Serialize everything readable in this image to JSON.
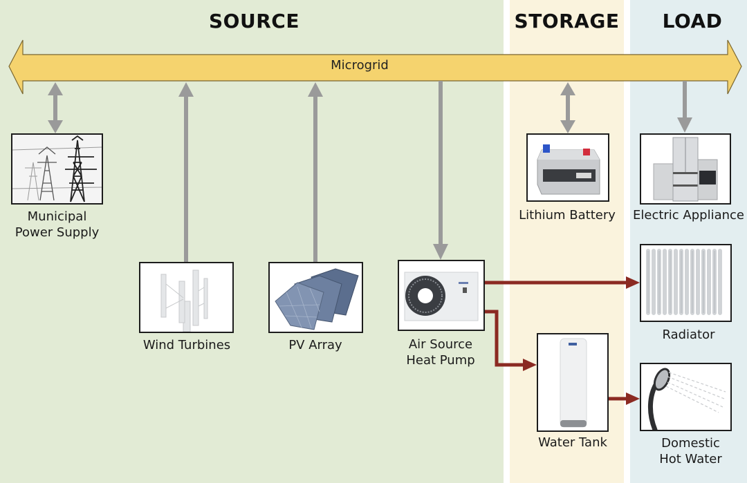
{
  "zones": {
    "source": {
      "title": "SOURCE",
      "color": "#e2ebd5"
    },
    "storage": {
      "title": "STORAGE",
      "color": "#faf3dd"
    },
    "load": {
      "title": "LOAD",
      "color": "#e3eef0"
    }
  },
  "bus": {
    "label": "Microgrid",
    "color": "#f5d36e",
    "direction": "bidirectional"
  },
  "nodes": {
    "municipal": {
      "label_line1": "Municipal",
      "label_line2": "Power Supply",
      "zone": "source",
      "icon": "power-tower-icon",
      "link_to_bus": "bidirectional"
    },
    "wind": {
      "label": "Wind Turbines",
      "zone": "source",
      "icon": "wind-turbine-icon",
      "link_to_bus": "to-bus"
    },
    "pv": {
      "label": "PV Array",
      "zone": "source",
      "icon": "solar-panel-icon",
      "link_to_bus": "to-bus"
    },
    "heatpump": {
      "label_line1": "Air Source",
      "label_line2": "Heat Pump",
      "zone": "source",
      "icon": "heat-pump-icon",
      "link_to_bus": "from-bus"
    },
    "battery": {
      "label": "Lithium Battery",
      "zone": "storage",
      "icon": "battery-icon",
      "link_to_bus": "bidirectional"
    },
    "watertank": {
      "label": "Water Tank",
      "zone": "storage",
      "icon": "water-tank-icon"
    },
    "appliance": {
      "label": "Electric Appliance",
      "zone": "load",
      "icon": "appliance-icon",
      "link_to_bus": "from-bus"
    },
    "radiator": {
      "label": "Radiator",
      "zone": "load",
      "icon": "radiator-icon"
    },
    "hotwater": {
      "label_line1": "Domestic",
      "label_line2": "Hot Water",
      "zone": "load",
      "icon": "shower-icon"
    }
  },
  "heat_flows": [
    {
      "from": "Air Source Heat Pump",
      "to": "Radiator"
    },
    {
      "from": "Air Source Heat Pump",
      "to": "Water Tank"
    },
    {
      "from": "Water Tank",
      "to": "Domestic Hot Water"
    }
  ],
  "colors": {
    "electric_link": "#9a9a9a",
    "heat_link": "#8b2a22",
    "box_border": "#1c1c1c"
  }
}
